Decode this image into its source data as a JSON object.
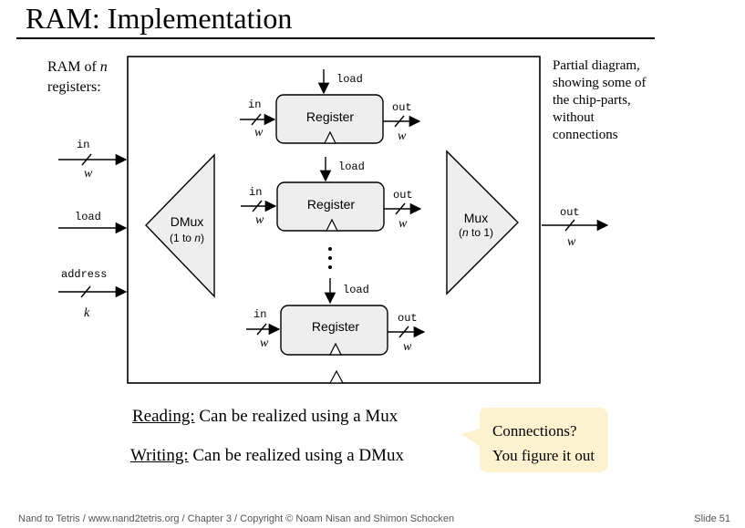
{
  "slide": {
    "title": "RAM: Implementation",
    "ram_label_line1": "RAM of n",
    "ram_label_line2": "registers:",
    "partial_note": [
      "Partial diagram,",
      "showing some of",
      "the chip-parts,",
      "without",
      "connections"
    ],
    "inputs": {
      "in": "in",
      "in_width": "w",
      "load": "load",
      "address": "address",
      "address_width": "k"
    },
    "output": {
      "out": "out",
      "out_width": "w"
    },
    "dmux": {
      "name": "DMux",
      "sub": "(1 to n)"
    },
    "mux": {
      "name": "Mux",
      "sub": "(n to 1)"
    },
    "register": {
      "label": "Register",
      "in": "in",
      "out": "out",
      "load": "load",
      "width": "w"
    },
    "reading": {
      "lead": "Reading:",
      "rest": " Can be realized using a Mux"
    },
    "writing": {
      "lead": "Writing:",
      "rest": " Can be realized using a DMux"
    },
    "bubble": {
      "line1": "Connections?",
      "line2": "You figure it out"
    },
    "footer": "Nand to Tetris / www.nand2tetris.org / Chapter 3 / Copyright © Noam Nisan and Shimon Schocken",
    "slide_number": "Slide 51"
  },
  "colors": {
    "block_fill": "#eeeeee",
    "bubble_fill": "#fdf2cf",
    "line": "#000000"
  }
}
